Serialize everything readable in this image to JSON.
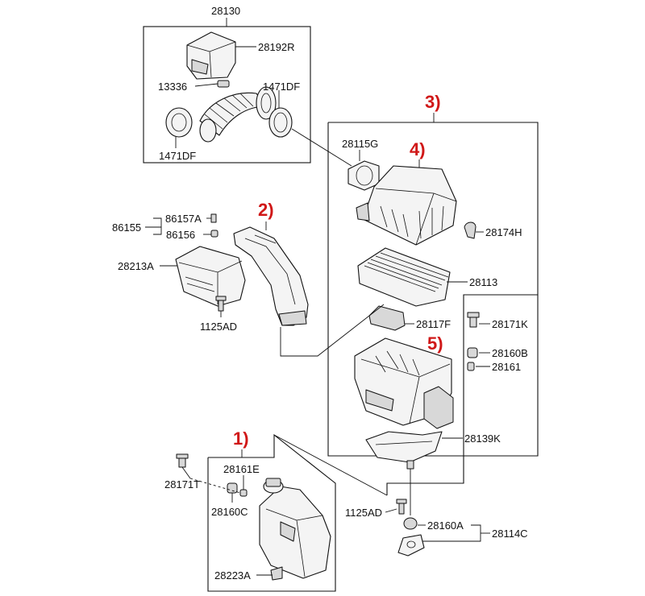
{
  "diagram": {
    "box_labels": {
      "intake_box": "28130",
      "assembly_box": "28114C"
    },
    "callouts": {
      "c1": "1)",
      "c2": "2)",
      "c3": "3)",
      "c4": "4)",
      "c5": "5)"
    },
    "parts": {
      "p28192R": "28192R",
      "p13336": "13336",
      "p1471DF_right": "1471DF",
      "p1471DF_left": "1471DF",
      "p28115G": "28115G",
      "p86157A": "86157A",
      "p86155": "86155",
      "p86156": "86156",
      "p28213A": "28213A",
      "p1125AD_top": "1125AD",
      "p28174H": "28174H",
      "p28113": "28113",
      "p28117F": "28117F",
      "p28171K": "28171K",
      "p28160B": "28160B",
      "p28161": "28161",
      "p28139K": "28139K",
      "p28171T": "28171T",
      "p28161E": "28161E",
      "p28160C": "28160C",
      "p1125AD_bottom": "1125AD",
      "p28160A": "28160A",
      "p28223A": "28223A"
    }
  }
}
